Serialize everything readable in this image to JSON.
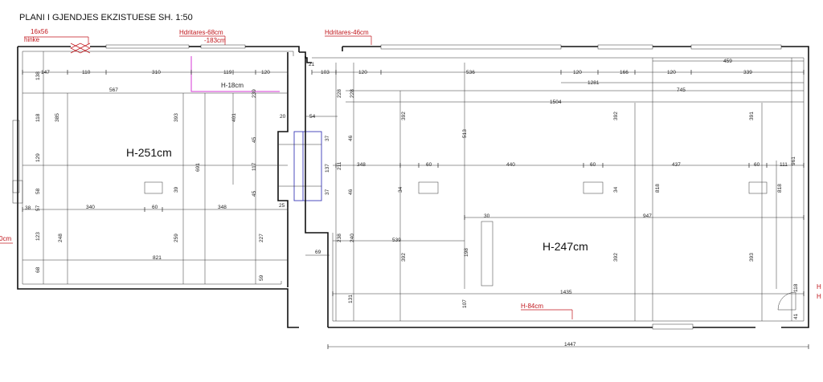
{
  "title": "PLANI I GJENDJES EKZISTUESE SH. 1:50",
  "rooms": {
    "left_height": "H-251cm",
    "right_height": "H-247cm"
  },
  "notes": {
    "window_top_left_size": "16x56",
    "window_top_left_type": "hinke",
    "windowsill_left_a": "Hdritares-68cm",
    "windowsill_left_b": "-183cm",
    "windowsill_right": "Hdritares-46cm",
    "beam_height": "H-18cm",
    "sill_bottom": "H-84cm",
    "left_edge_cut": "0cm",
    "right_edge_cut_a": "H",
    "right_edge_cut_b": "H"
  },
  "dimensions": {
    "l_147": "147",
    "l_110": "110",
    "l_310": "310",
    "l_119": "119",
    "l_120": "120",
    "l_567": "567",
    "l_138": "138",
    "l_118": "118",
    "l_385": "385",
    "l_393": "393",
    "l_401": "401",
    "l_239": "239",
    "l_20": "20",
    "l_45a": "45",
    "l_117": "117",
    "l_45b": "45",
    "l_129": "129",
    "l_691": "691",
    "l_39": "39",
    "l_58": "58",
    "l_38": "38",
    "l_57": "57",
    "l_340": "340",
    "l_60": "60",
    "l_348": "348",
    "l_25": "25",
    "l_123": "123",
    "l_248": "248",
    "l_259": "259",
    "l_227": "227",
    "l_821": "821",
    "l_68": "68",
    "l_59": "59",
    "r_21": "21",
    "r_103": "103",
    "r_120a": "120",
    "r_536": "536",
    "r_120b": "120",
    "r_166": "166",
    "r_120c": "120",
    "r_339": "339",
    "r_459": "459",
    "r_1281": "1281",
    "r_745": "745",
    "r_1504": "1504",
    "r_228a": "228",
    "r_228b": "228",
    "r_54": "54",
    "r_392a": "392",
    "r_513": "513",
    "r_392b": "392",
    "r_391": "391",
    "r_37a": "37",
    "r_46a": "46",
    "r_348": "348",
    "r_60a": "60",
    "r_440": "440",
    "r_60b": "60",
    "r_437": "437",
    "r_60c": "60",
    "r_111": "111",
    "r_961": "961",
    "r_137": "137",
    "r_211": "211",
    "r_34a": "34",
    "r_34b": "34",
    "r_818a": "818",
    "r_818b": "818",
    "r_37b": "37",
    "r_46b": "46",
    "r_30": "30",
    "r_947": "947",
    "r_238": "238",
    "r_240": "240",
    "r_539": "539",
    "r_69": "69",
    "r_392c": "392",
    "r_198": "198",
    "r_392d": "392",
    "r_393": "393",
    "r_1435": "1435",
    "r_131": "131",
    "r_107": "107",
    "r_118": "118",
    "r_41": "41",
    "r_1447": "1447"
  },
  "colors": {
    "wall": "#111111",
    "annotation_red": "#c0151b",
    "beam_pink": "#d43ad4",
    "opening_blue": "#3a3ab8"
  }
}
